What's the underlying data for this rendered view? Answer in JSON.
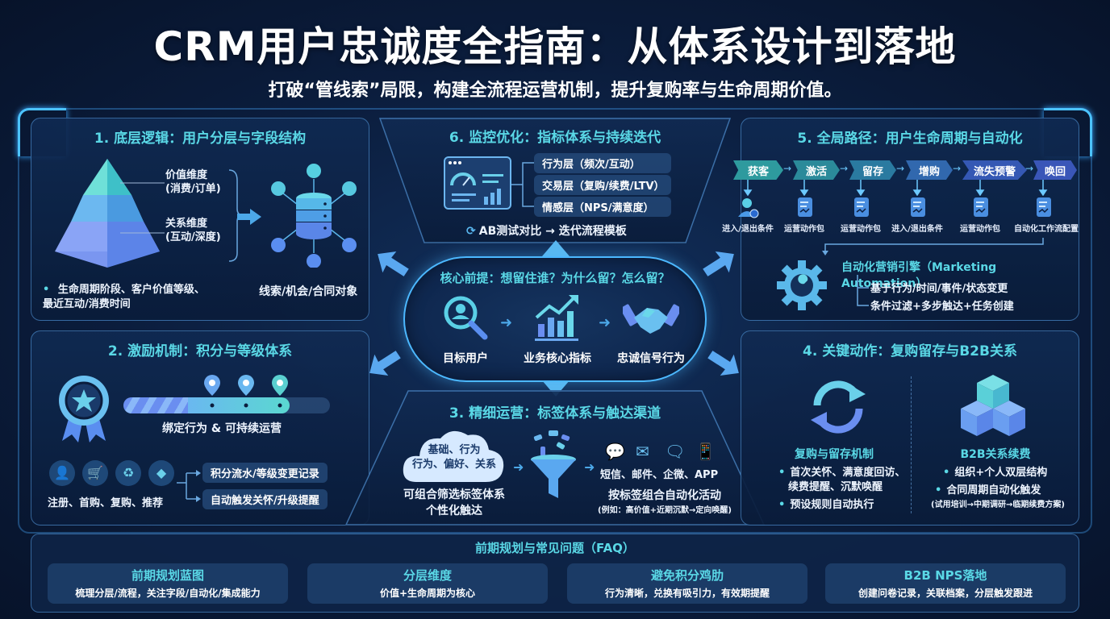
{
  "header": {
    "title": "CRM用户忠诚度全指南：从体系设计到落地",
    "subtitle": "打破“管线索”局限，构建全流程运营机制，提升复购率与生命周期价值。"
  },
  "colors": {
    "background": "#0b1d3d",
    "accent_cyan": "#5ad8e6",
    "accent_blue": "#4cb8ff",
    "panel_border": "#5aa0e6"
  },
  "core": {
    "title": "核心前提：想留住谁？为什么留？怎么留？",
    "items": [
      {
        "icon": "search-user-icon",
        "label": "目标用户"
      },
      {
        "icon": "growth-chart-icon",
        "label": "业务核心指标"
      },
      {
        "icon": "handshake-icon",
        "label": "忠诚信号行为"
      }
    ]
  },
  "panel1": {
    "title": "1. 底层逻辑：用户分层与字段结构",
    "pyramid_labels": [
      {
        "name": "价值维度",
        "detail": "(消费/订单)"
      },
      {
        "name": "关系维度",
        "detail": "(互动/深度)"
      }
    ],
    "fields_note_line1": "生命周期阶段、客户价值等级、",
    "fields_note_line2": "最近互动/消费时间",
    "objects_label": "线索/机会/合同对象"
  },
  "panel2": {
    "title": "2. 激励机制：积分与等级体系",
    "progress_label": "绑定行为 & 可持续运营",
    "progress_milestones": 3,
    "actions_label": "注册、首购、复购、推荐",
    "action_icons": [
      "user-add-icon",
      "first-purchase-icon",
      "repurchase-icon",
      "referral-diamond-icon"
    ],
    "outputs": [
      "积分流水/等级变更记录",
      "自动触发关怀/升级提醒"
    ]
  },
  "panel3": {
    "title": "3. 精细运营：标签体系与触达渠道",
    "cloud_line1": "基础、行为",
    "cloud_line2": "行为、偏好、关系",
    "cloud_caption_line1": "可组合筛选标签体系",
    "cloud_caption_line2": "个性化触达",
    "channels": [
      "短信",
      "邮件",
      "企微",
      "APP"
    ],
    "channels_label": "短信、邮件、企微、APP",
    "campaign_label": "按标签组合自动化活动",
    "campaign_example": "(例如：高价值+近期沉默→定向唤醒)"
  },
  "panel4": {
    "title": "4. 关键动作：复购留存与B2B关系",
    "left": {
      "heading": "复购与留存机制",
      "bullets": [
        "首次关怀、满意度回访、",
        "续费提醒、沉默唤醒",
        "预设规则自动执行"
      ]
    },
    "right": {
      "heading": "B2B关系续费",
      "bullets": [
        "组织+个人双层结构",
        "合同周期自动化触发"
      ],
      "note": "(试用培训→中期调研→临期续费方案)"
    }
  },
  "panel5": {
    "title": "5. 全局路径：用户生命周期与自动化",
    "stages": [
      {
        "label": "获客",
        "sub": "进入/退出条件",
        "color": "#2e9a9e"
      },
      {
        "label": "激活",
        "sub": "运营动作包",
        "color": "#2b8a9a"
      },
      {
        "label": "留存",
        "sub": "运营动作包",
        "color": "#2a7aa0"
      },
      {
        "label": "增购",
        "sub": "进入/退出条件",
        "color": "#3168ae"
      },
      {
        "label": "流失预警",
        "sub": "运营动作包",
        "color": "#3558b4"
      },
      {
        "label": "唤回",
        "sub": "自动化工作流配置",
        "color": "#3a56b8"
      }
    ],
    "engine_title": "自动化营销引擎（Marketing Automation）",
    "engine_points": [
      "基于行为/时间/事件/状态变更",
      "条件过滤+多步触达+任务创建"
    ]
  },
  "panel6": {
    "title": "6. 监控优化：指标体系与持续迭代",
    "layers": [
      "行为层（频次/互动）",
      "交易层（复购/续费/LTV）",
      "情感层（NPS/满意度）"
    ],
    "iteration": "AB测试对比 → 迭代流程模板"
  },
  "faq": {
    "title": "前期规划与常见问题（FAQ）",
    "cards": [
      {
        "heading": "前期规划蓝图",
        "body": "梳理分层/流程，关注字段/自动化/集成能力"
      },
      {
        "heading": "分层维度",
        "body": "价值+生命周期为核心"
      },
      {
        "heading": "避免积分鸡肋",
        "body": "行为清晰，兑换有吸引力，有效期提醒"
      },
      {
        "heading": "B2B NPS落地",
        "body": "创建问卷记录，关联档案，分层触发跟进"
      }
    ]
  }
}
